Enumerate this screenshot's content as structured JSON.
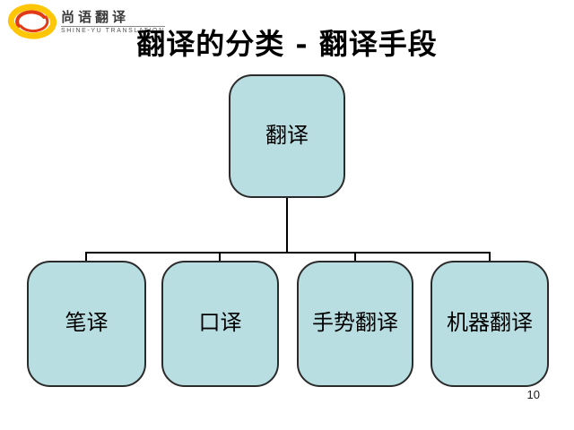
{
  "slide": {
    "title": "翻译的分类 - 翻译手段",
    "page_number": "10",
    "background": "#ffffff"
  },
  "logo": {
    "name": "尚语翻译",
    "subtitle": "SHINE-YU TRANSLATION",
    "icon": "swirl-logo",
    "icon_colors": {
      "yellow": "#ffc608",
      "red": "#e23a17"
    }
  },
  "diagram": {
    "type": "org-chart-tree",
    "root": {
      "label": "翻译"
    },
    "children": [
      {
        "label": "笔译"
      },
      {
        "label": "口译"
      },
      {
        "label": "手势翻译"
      },
      {
        "label": "机器翻译"
      }
    ],
    "style": {
      "box_fill": "#b8dee2",
      "box_border": "#2b2b2b",
      "line_color": "#000000"
    }
  }
}
